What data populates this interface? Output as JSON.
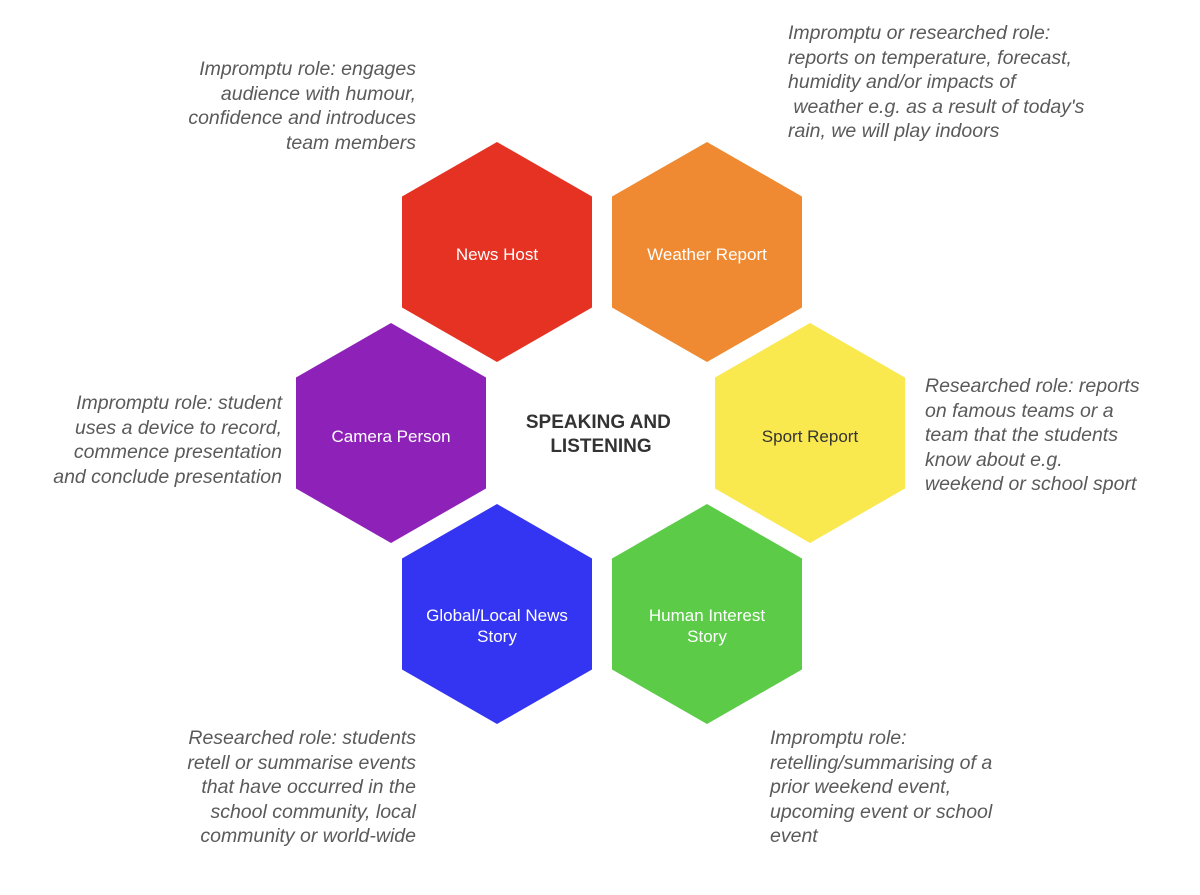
{
  "center": {
    "line1": "SPEAKING AND",
    "line2": "LISTENING",
    "color": "#333333"
  },
  "hexagons": {
    "news_host": {
      "lines": [
        "News Host"
      ],
      "color": "#e53222",
      "text_color": "#ffffff"
    },
    "weather_report": {
      "lines": [
        "Weather Report"
      ],
      "color": "#ef8a33",
      "text_color": "#ffffff"
    },
    "camera_person": {
      "lines": [
        "Camera Person"
      ],
      "color": "#8e22b8",
      "text_color": "#ffffff"
    },
    "sport_report": {
      "lines": [
        "Sport Report"
      ],
      "color": "#f9e84e",
      "text_color": "#333333"
    },
    "global_local_news": {
      "lines": [
        "Global/Local News",
        "Story"
      ],
      "color": "#3434f3",
      "text_color": "#ffffff"
    },
    "human_interest": {
      "lines": [
        "Human Interest",
        "Story"
      ],
      "color": "#5ccc48",
      "text_color": "#ffffff"
    }
  },
  "descriptions": {
    "news_host": [
      "Impromptu role: engages",
      "audience with humour,",
      "confidence and introduces",
      "team members"
    ],
    "weather_report": [
      "Impromptu or researched role:",
      "reports on temperature, forecast,",
      "humidity and/or impacts of",
      " weather e.g. as a result of today's",
      "rain, we will play indoors"
    ],
    "camera_person": [
      "Impromptu role: student",
      "uses a device to record,",
      "commence presentation",
      "and conclude presentation"
    ],
    "sport_report": [
      "Researched role: reports",
      "on famous teams or a",
      "team that the students",
      "know about e.g.",
      "weekend or school sport"
    ],
    "global_local_news": [
      "Researched role: students",
      "retell or summarise events",
      "that have occurred in the",
      "school community, local",
      "community or world-wide"
    ],
    "human_interest": [
      "Impromptu role:",
      "retelling/summarising of a",
      "prior weekend event,",
      "upcoming event or school",
      "event"
    ]
  }
}
